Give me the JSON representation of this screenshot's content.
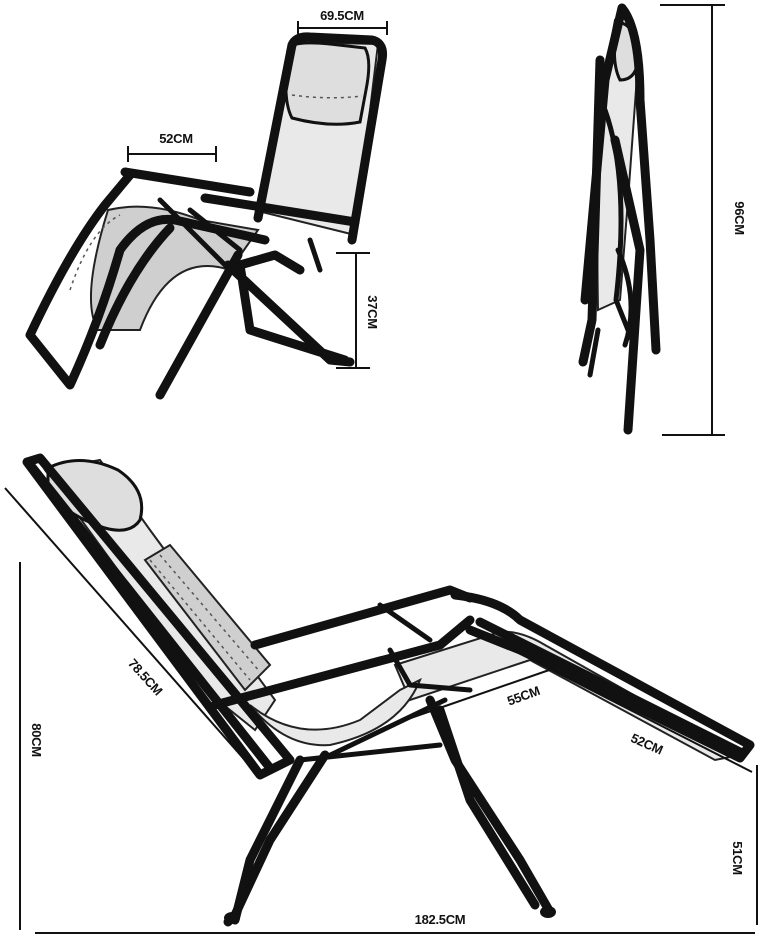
{
  "dimensions": {
    "headrest_width": "69.5CM",
    "seat_width": "52CM",
    "armrest_height": "37CM",
    "folded_height": "96CM",
    "back_length": "78.5CM",
    "overall_height": "80CM",
    "seat_depth": "55CM",
    "legrest_length": "52CM",
    "seat_height": "51CM",
    "overall_length": "182.5CM"
  },
  "views": [
    "front-perspective-view",
    "folded-side-view",
    "reclined-side-view"
  ]
}
